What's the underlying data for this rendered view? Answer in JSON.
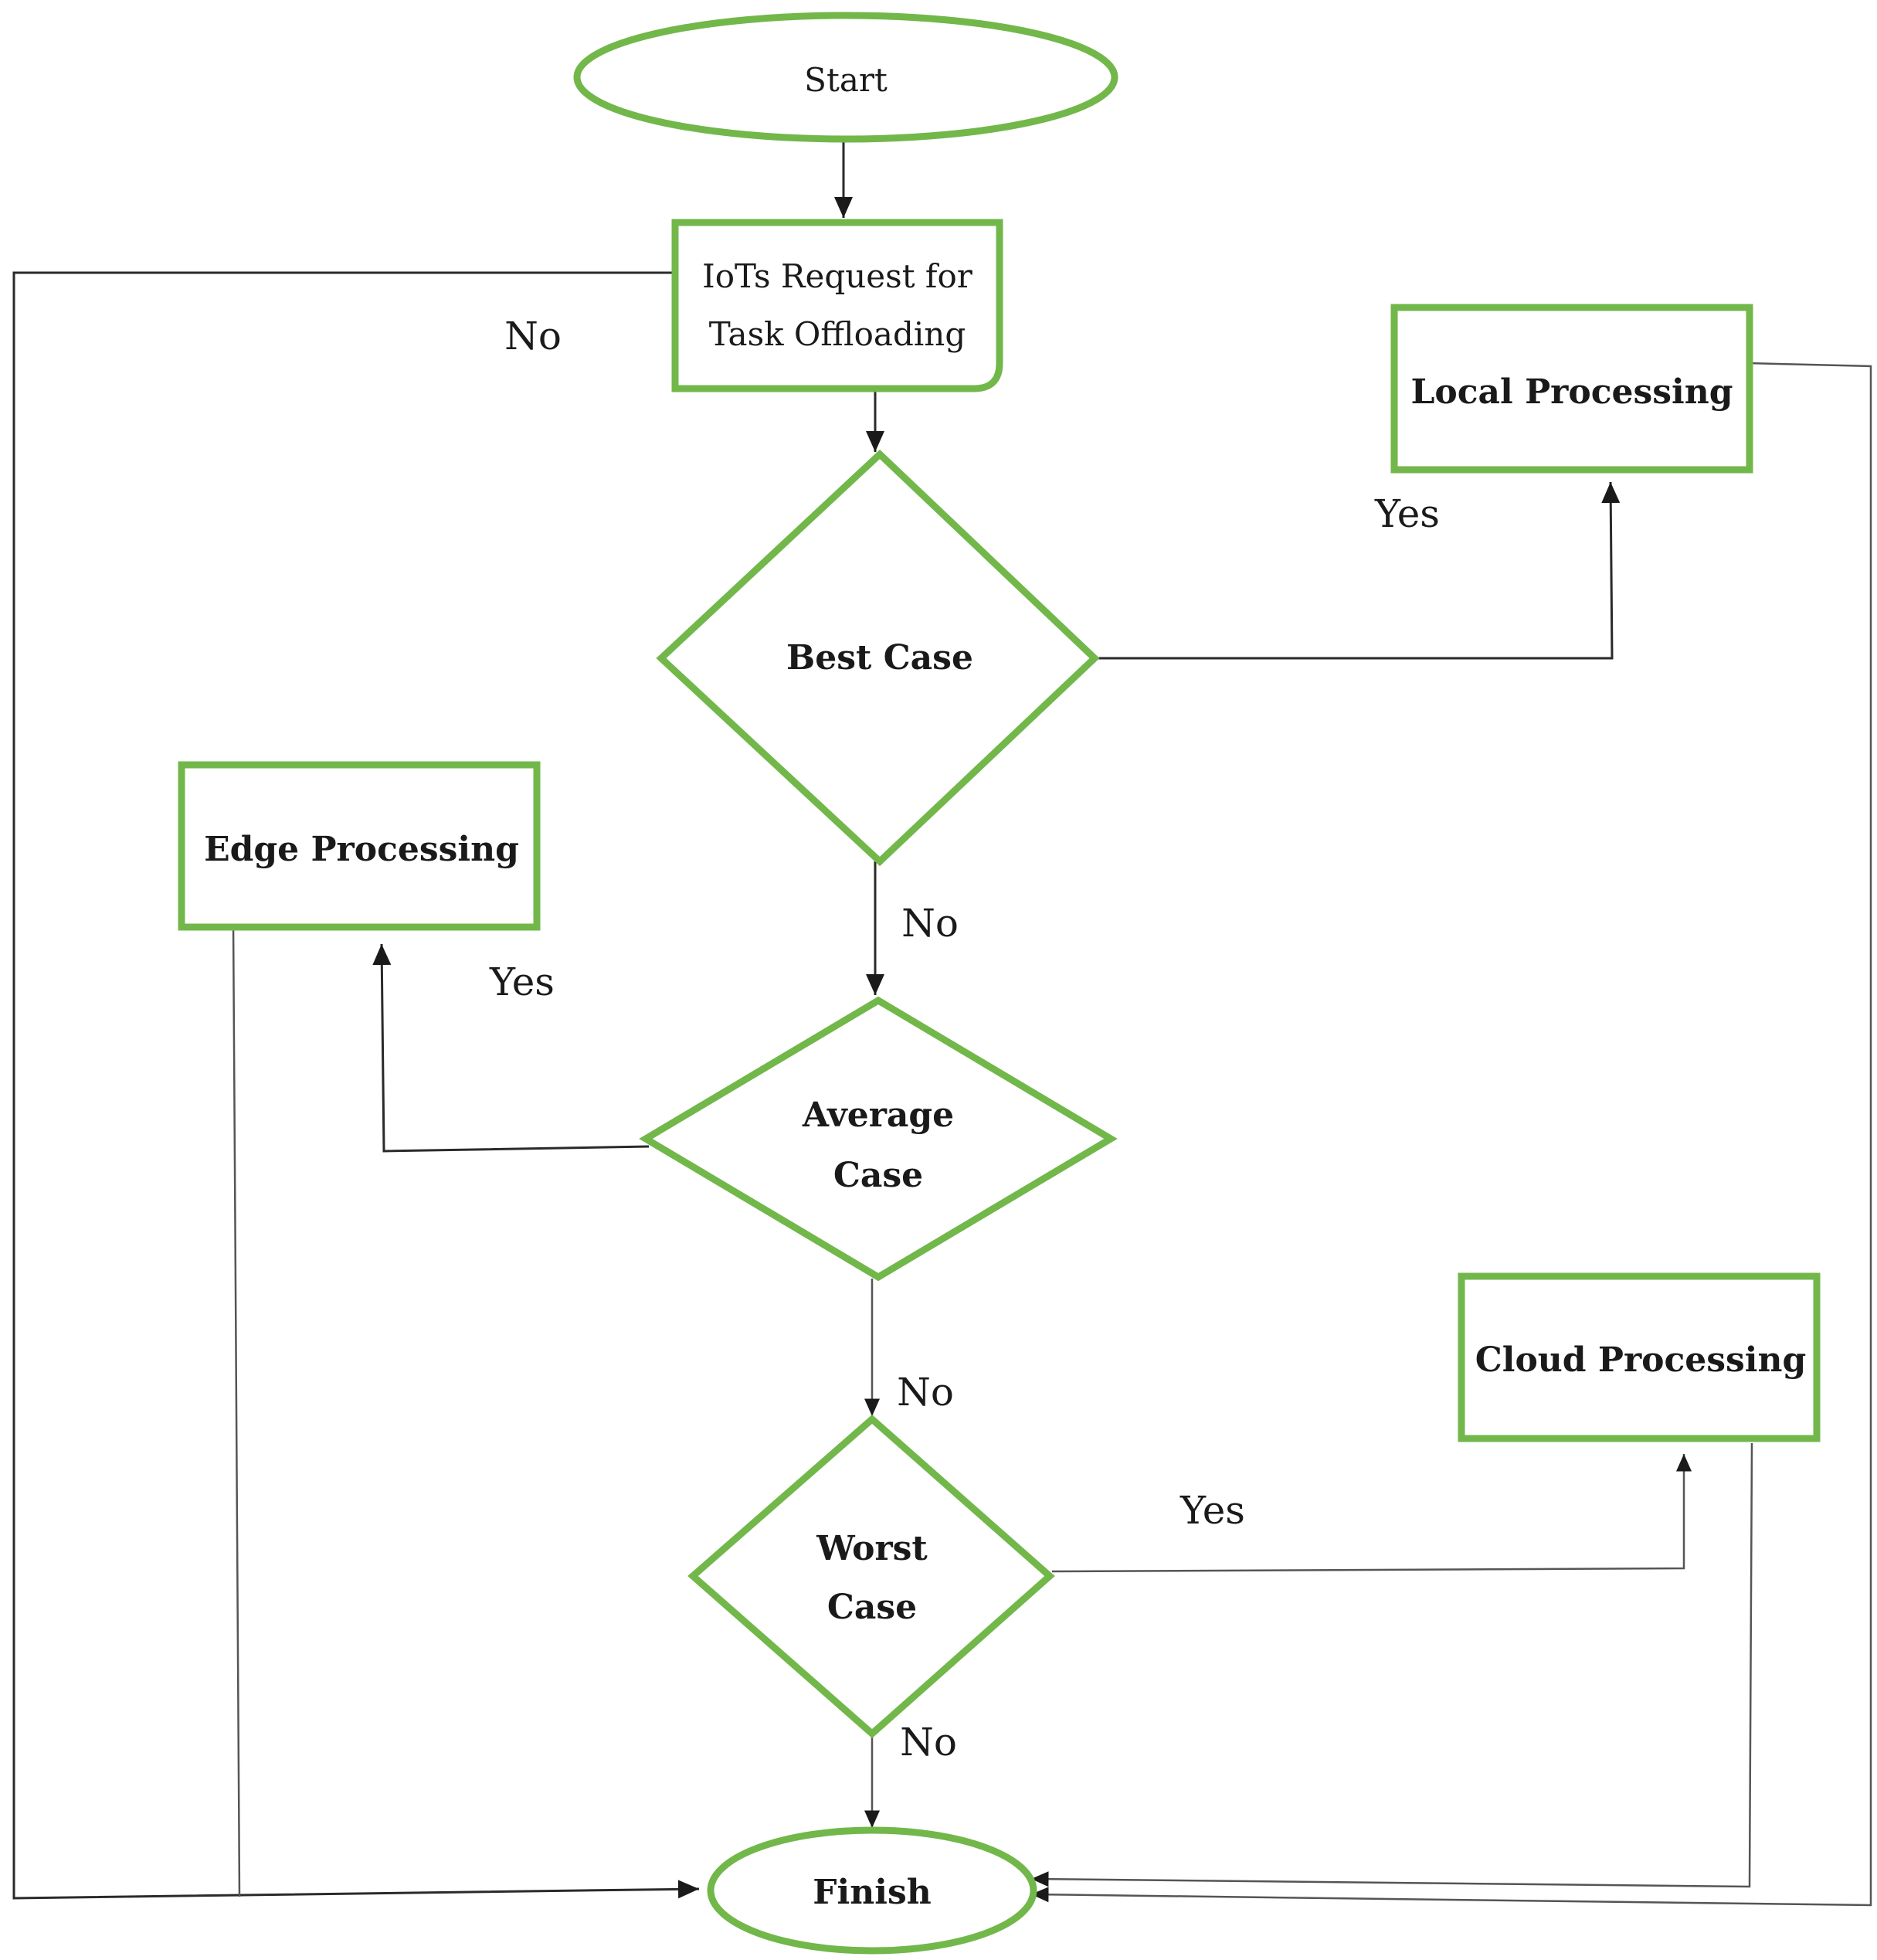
{
  "nodes": {
    "start": {
      "label": "Start"
    },
    "request": {
      "line1": "IoTs Request for",
      "line2": "Task Offloading"
    },
    "best_case": {
      "label": "Best Case"
    },
    "local": {
      "label": "Local Processing"
    },
    "edge": {
      "label": "Edge Processing"
    },
    "average_case": {
      "line1": "Average",
      "line2": "Case"
    },
    "cloud": {
      "label": "Cloud Processing"
    },
    "worst_case": {
      "line1": "Worst",
      "line2": "Case"
    },
    "finish": {
      "label": "Finish"
    }
  },
  "edge_labels": {
    "request_no": "No",
    "best_yes": "Yes",
    "best_no": "No",
    "average_yes": "Yes",
    "average_no": "No",
    "worst_yes": "Yes",
    "worst_no": "No"
  },
  "colors": {
    "shape_stroke": "#72b74a",
    "connector": "#2a2a2a"
  }
}
